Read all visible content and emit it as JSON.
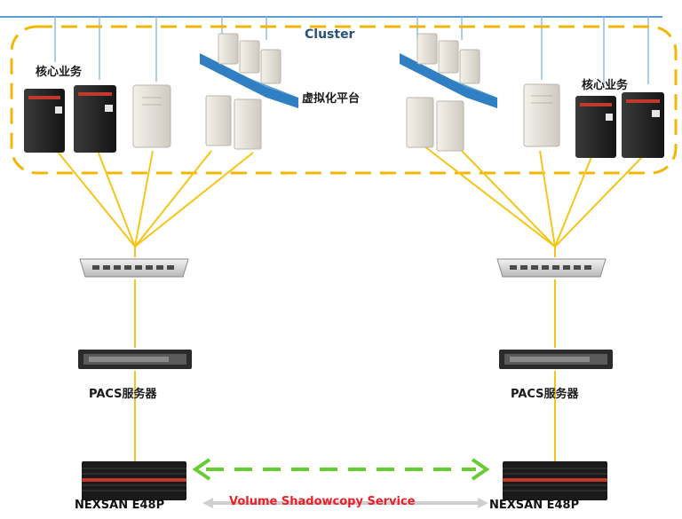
{
  "labels": {
    "cluster": "Cluster",
    "core_business_left": "核心业务",
    "core_business_right": "核心业务",
    "virtualization_platform": "虚拟化平台",
    "pacs_left": "PACS服务器",
    "pacs_right": "PACS服务器",
    "storage_left": "NEXSAN E48P",
    "storage_right": "NEXSAN E48P",
    "replication": "Volume Shadowcopy Service"
  },
  "colors": {
    "network_bus": "#5b9bd5",
    "cluster_border": "#f2b705",
    "fiber_links": "#f5c518",
    "replication_arrow": "#66cc33",
    "replication_text": "#e8202a"
  }
}
